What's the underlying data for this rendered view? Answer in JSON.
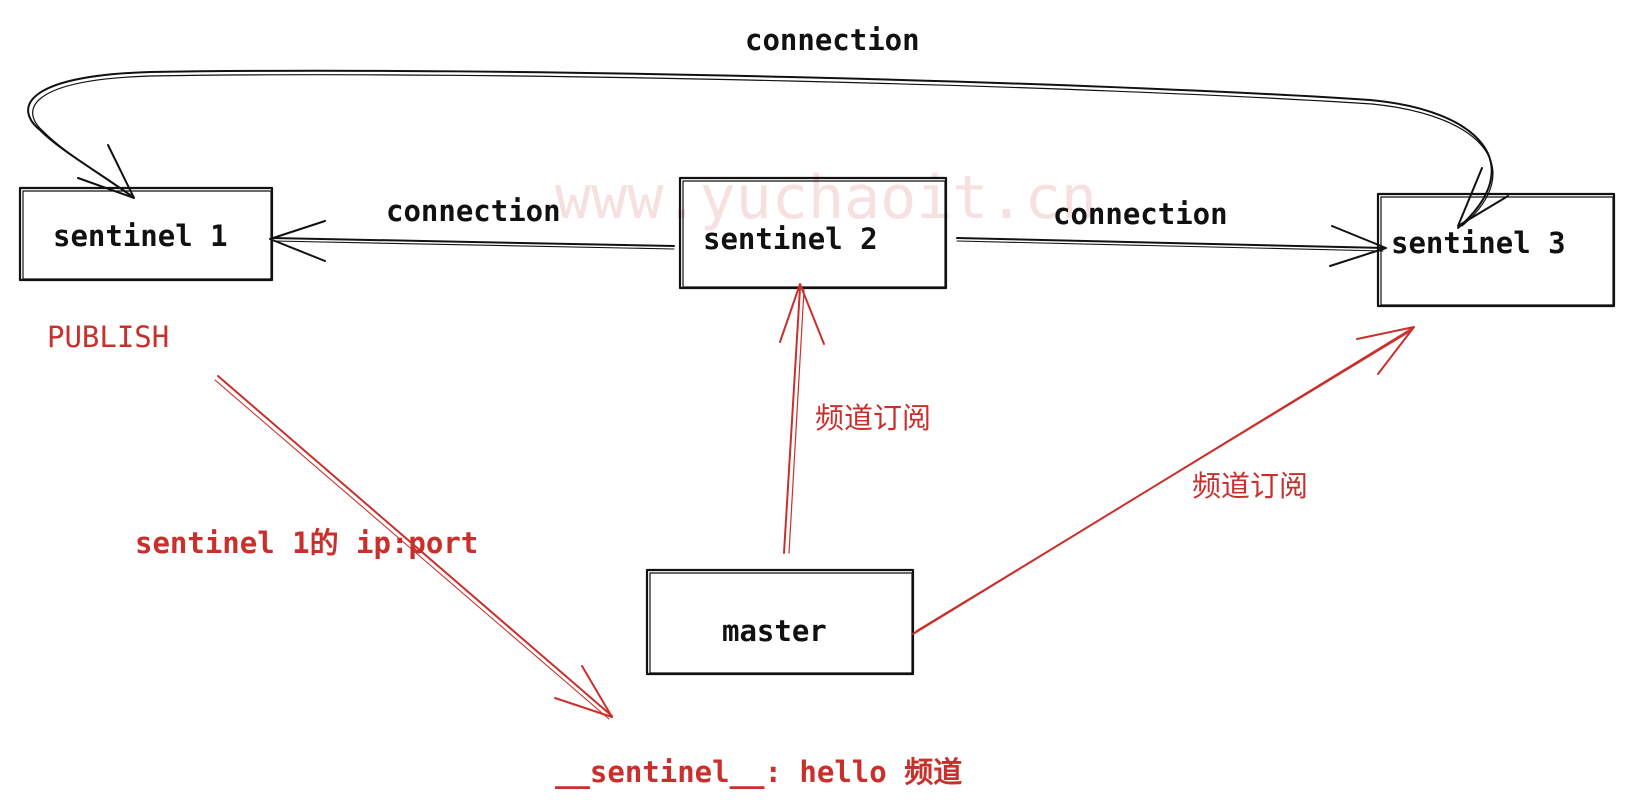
{
  "watermark": "www.yuchaoit.cn",
  "nodes": {
    "sentinel1": "sentinel 1",
    "sentinel2": "sentinel 2",
    "sentinel3": "sentinel 3",
    "master": "master"
  },
  "edges": {
    "top_connection": "connection",
    "s2_to_s1": "connection",
    "s2_to_s3": "connection",
    "master_to_s2": "频道订阅",
    "master_to_s3": "频道订阅"
  },
  "annotations": {
    "publish": "PUBLISH",
    "payload": "sentinel 1的 ip:port",
    "channel": "__sentinel__: hello 频道"
  },
  "colors": {
    "black": "#111111",
    "red": "#c9302c"
  }
}
